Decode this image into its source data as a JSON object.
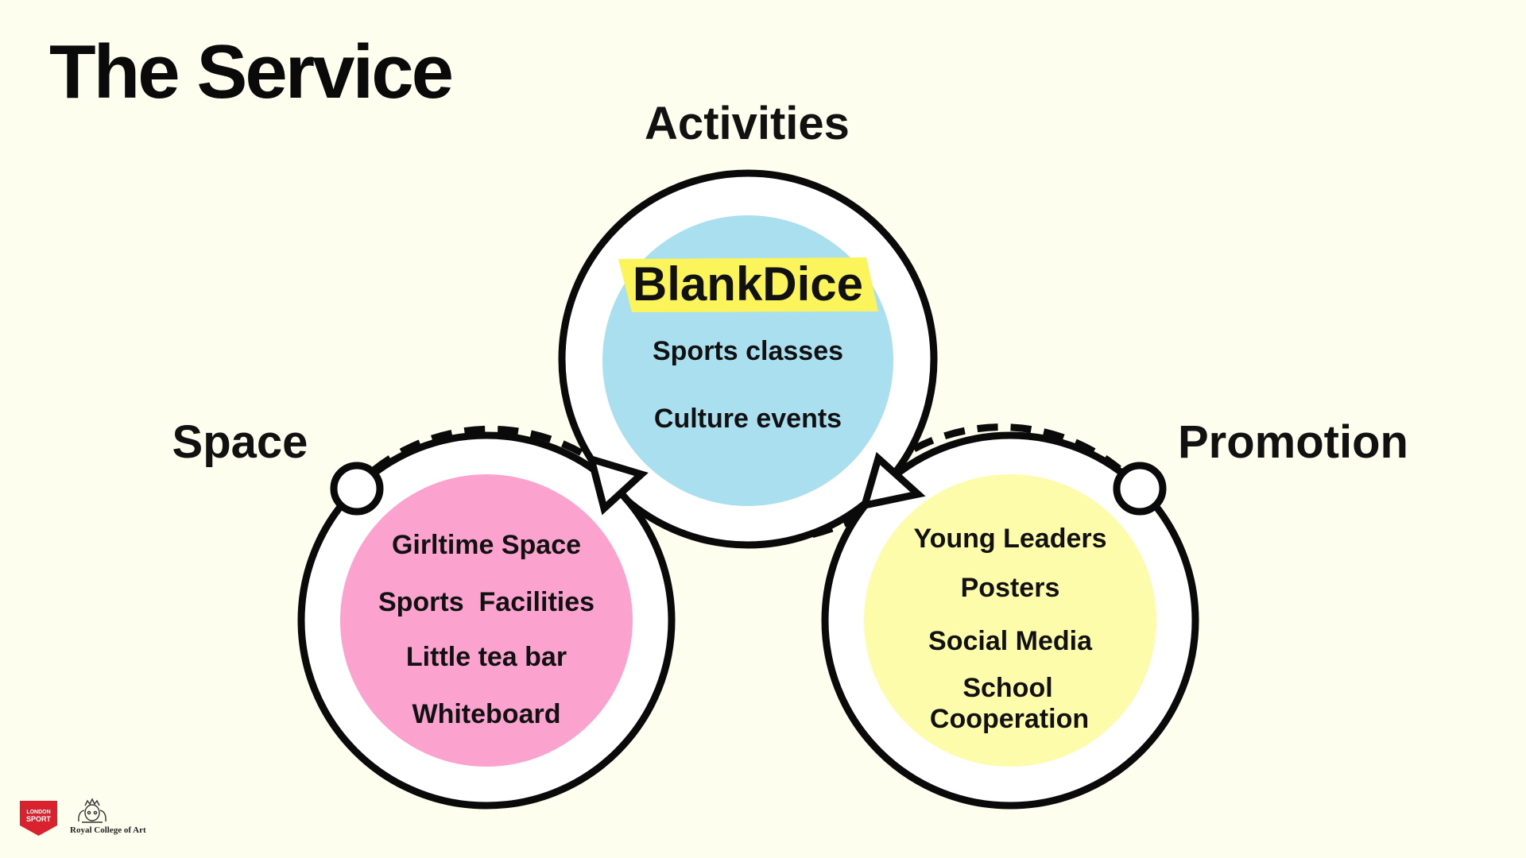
{
  "title": "The Service",
  "colors": {
    "background": "#fefeee",
    "activities_fill": "#aadff0",
    "space_fill": "#fba2cf",
    "promotion_fill": "#fdfcaa",
    "highlight": "#fbf45a",
    "logo_red": "#d8232f"
  },
  "diagram": {
    "activities": {
      "heading": "Activities",
      "brand": "BlankDice",
      "items": [
        "Sports classes",
        "Culture events"
      ]
    },
    "space": {
      "heading": "Space",
      "items": [
        "Girltime Space",
        "Sports  Facilities",
        "Little tea bar",
        "Whiteboard"
      ]
    },
    "promotion": {
      "heading": "Promotion",
      "items": [
        "Young Leaders",
        "Posters",
        "Social Media",
        "School",
        "Cooperation"
      ]
    }
  },
  "logos": {
    "london_sport": {
      "line1": "LONDON",
      "line2": "SPORT",
      "icon": "shield-icon"
    },
    "rca": {
      "label": "Royal College of Art",
      "icon": "crest-icon"
    }
  }
}
